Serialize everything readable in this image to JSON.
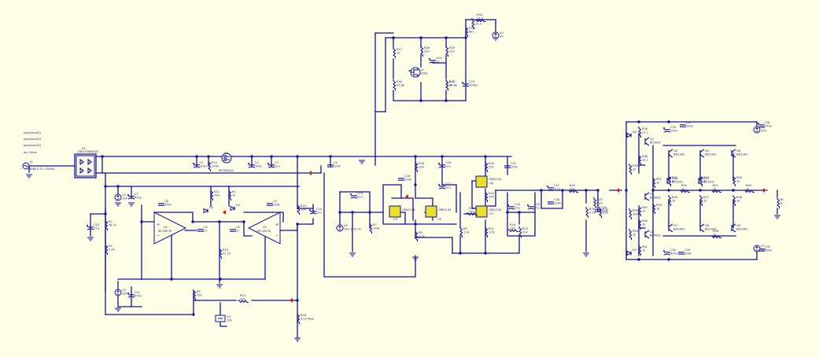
{
  "colors": {
    "background": "#fefee6",
    "wire": "#1010a0",
    "label": "#1a1a80",
    "probe": "#d81818",
    "ic_body": "#e9e02a"
  },
  "source_notes": [
    "peak(Vout2)",
    "peak(Vout3)",
    "peak(Vout3)",
    "Iav 24ms"
  ],
  "source": {
    "name": "V1",
    "value": "SINE(0 31.1 60Hz)"
  },
  "bridge": {
    "name": "D1",
    "part": "DB107BRIDGE"
  },
  "mosfet": {
    "name": "M1",
    "part": "IRF9540LC"
  },
  "components": [
    {
      "id": "c1",
      "name": "C1",
      "value": "100u"
    },
    {
      "id": "r10",
      "name": "R10",
      "value": "100k"
    },
    {
      "id": "c2",
      "name": "C2",
      "value": "100u"
    },
    {
      "id": "c3",
      "name": "C3",
      "value": "22u"
    },
    {
      "id": "c4",
      "name": "C4",
      "value": "100n"
    },
    {
      "id": "r11",
      "name": "R11",
      "value": "10k"
    },
    {
      "id": "r1",
      "name": "R1",
      "value": "1k"
    },
    {
      "id": "d2",
      "name": "D2",
      "value": ""
    },
    {
      "id": "d3",
      "name": "D3",
      "value": ""
    },
    {
      "id": "c5",
      "name": "C5",
      "value": "1n"
    },
    {
      "id": "c6",
      "name": "C6",
      "value": "1n"
    },
    {
      "id": "r13",
      "name": "R13",
      "value": "22.1k"
    },
    {
      "id": "r2",
      "name": "R2",
      "value": "78.7k"
    },
    {
      "id": "r4",
      "name": "R4",
      "value": "2.4k"
    },
    {
      "id": "c10",
      "name": "C10",
      "value": "22u"
    },
    {
      "id": "c7",
      "name": "C7",
      "value": "470u"
    },
    {
      "id": "v2",
      "name": "V2",
      "value": "15V"
    },
    {
      "id": "c8",
      "name": "C8",
      "value": "100n"
    },
    {
      "id": "c9",
      "name": "C9",
      "value": "100n"
    },
    {
      "id": "v3",
      "name": "V3",
      "value": "15V"
    },
    {
      "id": "c11",
      "name": "C11",
      "value": "470u"
    },
    {
      "id": "r5",
      "name": "R5",
      "value": "75k"
    },
    {
      "id": "r14",
      "name": "R14",
      "value": "22k"
    },
    {
      "id": "r15",
      "name": "R15",
      "value": "10k"
    },
    {
      "id": "c14",
      "name": "C14",
      "value": "22u"
    },
    {
      "id": "r16",
      "name": "R16",
      "value": "4.22 Meg"
    },
    {
      "id": "u4",
      "name": "U4",
      "value": "10k"
    },
    {
      "id": "v5",
      "name": "V5",
      "value": "sine 0.1V 1k"
    },
    {
      "id": "c15",
      "name": "C15",
      "value": "22u"
    },
    {
      "id": "r7",
      "name": "R7",
      "value": "100k"
    },
    {
      "id": "r8",
      "name": "R8",
      "value": "2.2k"
    },
    {
      "id": "c16",
      "name": "C16",
      "value": "100n"
    },
    {
      "id": "c17",
      "name": "C17",
      "value": "22u"
    },
    {
      "id": "r9",
      "name": "R9",
      "value": "1.2k"
    },
    {
      "id": "r18",
      "name": "R18",
      "value": "10k"
    },
    {
      "id": "r19",
      "name": "R19",
      "value": "750"
    },
    {
      "id": "c18",
      "name": "C18",
      "value": "22u"
    },
    {
      "id": "r21",
      "name": "R21",
      "value": "1.2k"
    },
    {
      "id": "r22",
      "name": "R22",
      "value": "750"
    },
    {
      "id": "r20",
      "name": "R20",
      "value": "22k"
    },
    {
      "id": "c19",
      "name": "C19",
      "value": "22u"
    },
    {
      "id": "r23",
      "name": "R23",
      "value": "22k"
    },
    {
      "id": "c20",
      "name": "C20",
      "value": "47u"
    },
    {
      "id": "r24",
      "name": "R24",
      "value": "22k"
    },
    {
      "id": "r25",
      "name": "R25",
      "value": "22k"
    },
    {
      "id": "c21",
      "name": "C21",
      "value": "4.7u"
    },
    {
      "id": "r26",
      "name": "R26",
      "value": "4.7k"
    },
    {
      "id": "c22",
      "name": "C22",
      "value": "100n"
    },
    {
      "id": "r31",
      "name": "R31",
      "value": "22k"
    },
    {
      "id": "r32",
      "name": "R32",
      "value": "22.1"
    },
    {
      "id": "r33",
      "name": "R33",
      "value": "1k"
    },
    {
      "id": "r17",
      "name": "R17",
      "value": "1k"
    },
    {
      "id": "r28",
      "name": "R28",
      "value": "22k"
    },
    {
      "id": "r29",
      "name": "R29",
      "value": "22k"
    },
    {
      "id": "c23",
      "name": "C23",
      "value": "1u"
    },
    {
      "id": "r30",
      "name": "R30",
      "value": "47.8k"
    },
    {
      "id": "r27",
      "name": "R27",
      "value": "47.8k"
    },
    {
      "id": "c24",
      "name": "C24",
      "value": "1000u"
    },
    {
      "id": "j1",
      "name": "J1",
      "value": "J2N3"
    },
    {
      "id": "r34",
      "name": "R34",
      "value": "22.2"
    },
    {
      "id": "r35",
      "name": "R35",
      "value": "6k1"
    },
    {
      "id": "v4",
      "name": "V4",
      "value": "9V"
    },
    {
      "id": "c26",
      "name": "C26",
      "value": "100n"
    },
    {
      "id": "r37",
      "name": "R37",
      "value": "22k"
    },
    {
      "id": "c25",
      "name": "C25",
      "value": "100n"
    },
    {
      "id": "r36",
      "name": "R36",
      "value": "22.1"
    },
    {
      "id": "r38",
      "name": "R38",
      "value": "22.1"
    },
    {
      "id": "c27",
      "name": "C27",
      "value": "100n"
    },
    {
      "id": "r39",
      "name": "R39",
      "value": "100k"
    },
    {
      "id": "c28",
      "name": "C28",
      "value": "100u"
    },
    {
      "id": "r40",
      "name": "R40",
      "value": "1k"
    },
    {
      "id": "r41",
      "name": "R41",
      "value": "1k"
    },
    {
      "id": "r42",
      "name": "R42",
      "value": "1k"
    },
    {
      "id": "q1",
      "name": "Q1",
      "value": "BC560C"
    },
    {
      "id": "q2",
      "name": "Q2",
      "value": "BC560C"
    },
    {
      "id": "q3",
      "name": "Q3",
      "value": "BC560C"
    },
    {
      "id": "q4",
      "name": "Q4",
      "value": "BD139C"
    },
    {
      "id": "q5",
      "name": "Q5",
      "value": "BD139C"
    },
    {
      "id": "q6",
      "name": "Q6",
      "value": "BD139C"
    },
    {
      "id": "q7",
      "name": "Q7",
      "value": "BD140C"
    },
    {
      "id": "q8",
      "name": "Q8",
      "value": "BD140C"
    },
    {
      "id": "q9",
      "name": "Q9",
      "value": "BD140C"
    },
    {
      "id": "q10",
      "name": "Q10",
      "value": "BC550C"
    },
    {
      "id": "q11",
      "name": "Q11",
      "value": "BC550C"
    },
    {
      "id": "r43",
      "name": "R43",
      "value": "1k"
    },
    {
      "id": "r44",
      "name": "R44",
      "value": "1k"
    },
    {
      "id": "r45",
      "name": "R45",
      "value": "1k"
    },
    {
      "id": "r46",
      "name": "R46",
      "value": "1k"
    },
    {
      "id": "r47",
      "name": "R47",
      "value": "1k"
    },
    {
      "id": "r48",
      "name": "R48",
      "value": "1k"
    },
    {
      "id": "r49",
      "name": "R49",
      "value": "1k"
    },
    {
      "id": "r50",
      "name": "R50",
      "value": "1k"
    },
    {
      "id": "r51",
      "name": "R51",
      "value": "1k"
    },
    {
      "id": "r52",
      "name": "R52",
      "value": "1k"
    },
    {
      "id": "c29",
      "name": "C29",
      "value": "100n"
    },
    {
      "id": "c30",
      "name": "C30",
      "value": "470u"
    },
    {
      "id": "c31",
      "name": "C31",
      "value": "470u"
    },
    {
      "id": "c32",
      "name": "C32",
      "value": "100n"
    },
    {
      "id": "r53",
      "name": "R53",
      "value": "1k"
    },
    {
      "id": "r54",
      "name": "R54",
      "value": "1k"
    },
    {
      "id": "r55",
      "name": "R55",
      "value": "1k"
    },
    {
      "id": "d4",
      "name": "D4",
      "value": ""
    },
    {
      "id": "d5",
      "name": "D5",
      "value": ""
    },
    {
      "id": "v6",
      "name": "V6",
      "value": "15V"
    },
    {
      "id": "v7",
      "name": "V7",
      "value": "15V"
    },
    {
      "id": "r56",
      "name": "R56",
      "value": "1k"
    },
    {
      "id": "rl",
      "name": "RL",
      "value": "8"
    }
  ],
  "ics": [
    {
      "id": "u1",
      "name": "U1",
      "part": "MC33078"
    },
    {
      "id": "u2",
      "name": "U2",
      "part": "MC33078"
    },
    {
      "id": "u3",
      "name": "U3",
      "part": "OPA2134"
    },
    {
      "id": "u5",
      "name": "U5",
      "part": "OPA2134"
    },
    {
      "id": "u6",
      "name": "U6",
      "part": "OPA2134"
    },
    {
      "id": "u7",
      "name": "U7",
      "part": "OPA2134"
    }
  ]
}
